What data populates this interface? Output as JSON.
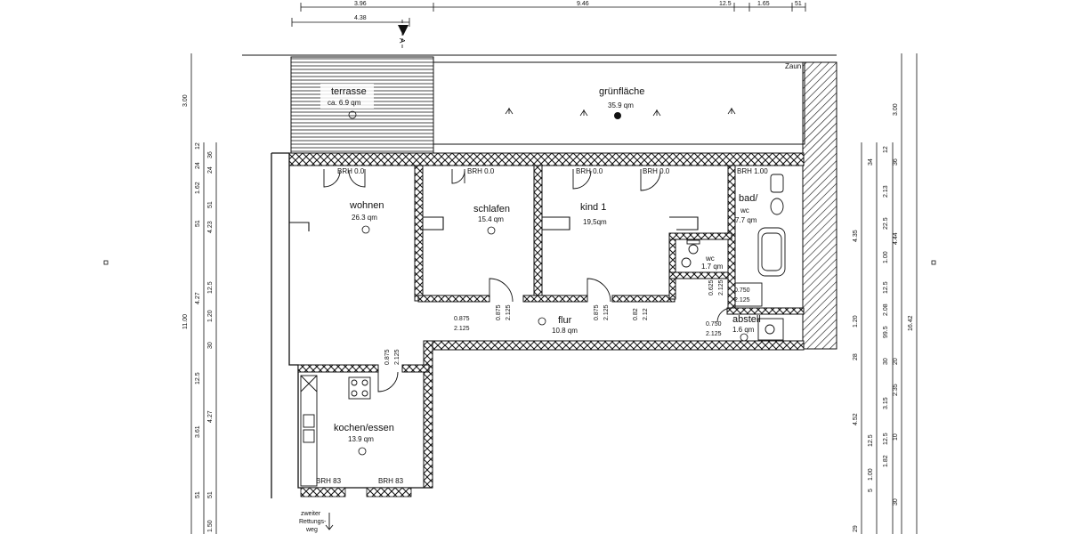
{
  "top_dims": {
    "row1": [
      "3.96",
      "9.46",
      "12.5",
      "1.65",
      "51"
    ],
    "row2": "4.38",
    "section_marker": "A"
  },
  "fence": "Zaun",
  "rooms": {
    "terrasse": {
      "name": "terrasse",
      "area": "ca. 6.9 qm"
    },
    "gruenflaeche": {
      "name": "grünfläche",
      "area": "35.9 qm"
    },
    "wohnen": {
      "name": "wohnen",
      "area": "26.3 qm"
    },
    "schlafen": {
      "name": "schlafen",
      "area": "15.4 qm"
    },
    "kind1": {
      "name": "kind 1",
      "area": "19,5qm"
    },
    "bad": {
      "name": "bad/",
      "name2": "wc",
      "area": "7.7 qm"
    },
    "wc": {
      "name": "wc",
      "area": "1.7 qm"
    },
    "flur": {
      "name": "flur",
      "area": "10.8 qm"
    },
    "abstell": {
      "name": "abstell",
      "area": "1.6 qm"
    },
    "kochen": {
      "name": "kochen/essen",
      "area": "13.9 qm"
    }
  },
  "brh": {
    "wohnen": "BRH 0.0",
    "schlafen": "BRH 0.0",
    "kind_a": "BRH 0.0",
    "kind_b": "BRH 0.0",
    "bad": "BRH 1.00",
    "kochen_a": "BRH 83",
    "kochen_b": "BRH 83"
  },
  "door_dims": {
    "d1": [
      "0.875",
      "2.125"
    ],
    "d2": [
      "0.875",
      "2.125"
    ],
    "d3": [
      "0.875",
      "2.125"
    ],
    "d4": [
      "0.875",
      "2.125"
    ],
    "d5": [
      "0.82",
      "2.12"
    ],
    "d6": [
      "0.625",
      "2.125"
    ],
    "d7": [
      "0.750",
      "2.125"
    ],
    "d8": [
      "0.750",
      "2.125"
    ]
  },
  "escape": [
    "zweiter",
    "Rettungs-",
    "weg"
  ],
  "left_dims": {
    "outer": [
      "3.00",
      "11.00"
    ],
    "inner": [
      "12",
      "24",
      "1.62",
      "51",
      "4.23",
      "4.27",
      "12.5",
      "3.61",
      "51",
      "4.27",
      "1.20",
      "30",
      "12.5",
      "51",
      "1.50"
    ],
    "mid": [
      "36",
      "24",
      "51"
    ]
  },
  "right_dims": {
    "outer": [
      "3.00",
      "16.42"
    ],
    "col_a": [
      "34",
      "12",
      "2.13",
      "22.5",
      "1.00",
      "12.5",
      "2.08",
      "99.5",
      "30",
      "3.15",
      "12.5",
      "1.00",
      "1.82",
      "12.5",
      "5"
    ],
    "col_b": [
      "36",
      "4.44",
      "20",
      "2.35",
      "10",
      "30"
    ],
    "col_c": [
      "4.35",
      "1.20",
      "28",
      "4.52",
      "29"
    ]
  }
}
